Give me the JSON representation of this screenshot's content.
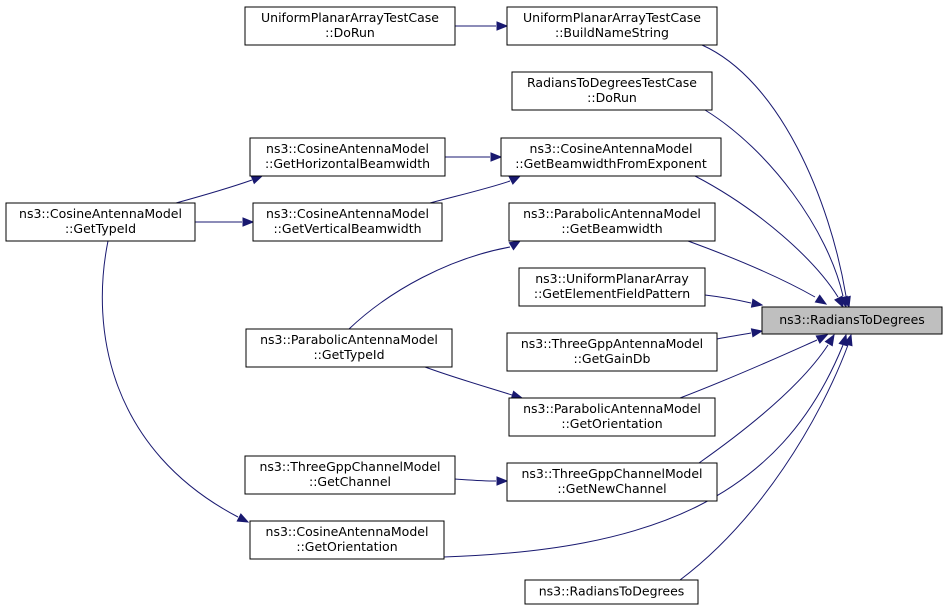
{
  "diagram": {
    "nodes": [
      {
        "id": "upa_dorun",
        "lines": [
          "UniformPlanarArrayTestCase",
          "::DoRun"
        ],
        "focus": false
      },
      {
        "id": "upa_buildname",
        "lines": [
          "UniformPlanarArrayTestCase",
          "::BuildNameString"
        ],
        "focus": false
      },
      {
        "id": "r2d_dorun",
        "lines": [
          "RadiansToDegreesTestCase",
          "::DoRun"
        ],
        "focus": false
      },
      {
        "id": "cos_gethbw",
        "lines": [
          "ns3::CosineAntennaModel",
          "::GetHorizontalBeamwidth"
        ],
        "focus": false
      },
      {
        "id": "cos_getbwexp",
        "lines": [
          "ns3::CosineAntennaModel",
          "::GetBeamwidthFromExponent"
        ],
        "focus": false
      },
      {
        "id": "cos_gettypeid",
        "lines": [
          "ns3::CosineAntennaModel",
          "::GetTypeId"
        ],
        "focus": false
      },
      {
        "id": "cos_getvbw",
        "lines": [
          "ns3::CosineAntennaModel",
          "::GetVerticalBeamwidth"
        ],
        "focus": false
      },
      {
        "id": "par_getbw",
        "lines": [
          "ns3::ParabolicAntennaModel",
          "::GetBeamwidth"
        ],
        "focus": false
      },
      {
        "id": "upa_getefp",
        "lines": [
          "ns3::UniformPlanarArray",
          "::GetElementFieldPattern"
        ],
        "focus": false
      },
      {
        "id": "target",
        "lines": [
          "ns3::RadiansToDegrees"
        ],
        "focus": true
      },
      {
        "id": "par_gettypeid",
        "lines": [
          "ns3::ParabolicAntennaModel",
          "::GetTypeId"
        ],
        "focus": false
      },
      {
        "id": "tgpp_gaindb",
        "lines": [
          "ns3::ThreeGppAntennaModel",
          "::GetGainDb"
        ],
        "focus": false
      },
      {
        "id": "par_getorient",
        "lines": [
          "ns3::ParabolicAntennaModel",
          "::GetOrientation"
        ],
        "focus": false
      },
      {
        "id": "tgppch_getch",
        "lines": [
          "ns3::ThreeGppChannelModel",
          "::GetChannel"
        ],
        "focus": false
      },
      {
        "id": "tgppch_getnewch",
        "lines": [
          "ns3::ThreeGppChannelModel",
          "::GetNewChannel"
        ],
        "focus": false
      },
      {
        "id": "cos_getorient",
        "lines": [
          "ns3::CosineAntennaModel",
          "::GetOrientation"
        ],
        "focus": false
      },
      {
        "id": "r2d_vec",
        "lines": [
          "ns3::RadiansToDegrees"
        ],
        "focus": false
      }
    ],
    "edges": [
      {
        "from": "upa_dorun",
        "to": "upa_buildname"
      },
      {
        "from": "upa_buildname",
        "to": "target"
      },
      {
        "from": "r2d_dorun",
        "to": "target"
      },
      {
        "from": "cos_gethbw",
        "to": "cos_getbwexp"
      },
      {
        "from": "cos_getvbw",
        "to": "cos_getbwexp"
      },
      {
        "from": "cos_getbwexp",
        "to": "target"
      },
      {
        "from": "cos_gettypeid",
        "to": "cos_gethbw"
      },
      {
        "from": "cos_gettypeid",
        "to": "cos_getvbw"
      },
      {
        "from": "cos_gettypeid",
        "to": "cos_getorient"
      },
      {
        "from": "par_gettypeid",
        "to": "par_getbw"
      },
      {
        "from": "par_gettypeid",
        "to": "par_getorient"
      },
      {
        "from": "par_getbw",
        "to": "target"
      },
      {
        "from": "upa_getefp",
        "to": "target"
      },
      {
        "from": "tgpp_gaindb",
        "to": "target"
      },
      {
        "from": "par_getorient",
        "to": "target"
      },
      {
        "from": "tgppch_getch",
        "to": "tgppch_getnewch"
      },
      {
        "from": "tgppch_getnewch",
        "to": "target"
      },
      {
        "from": "cos_getorient",
        "to": "target"
      },
      {
        "from": "r2d_vec",
        "to": "target"
      }
    ]
  },
  "colors": {
    "edge": "#191970",
    "focus_fill": "#bfbfbf",
    "node_border": "#000000",
    "node_fill": "#ffffff"
  }
}
